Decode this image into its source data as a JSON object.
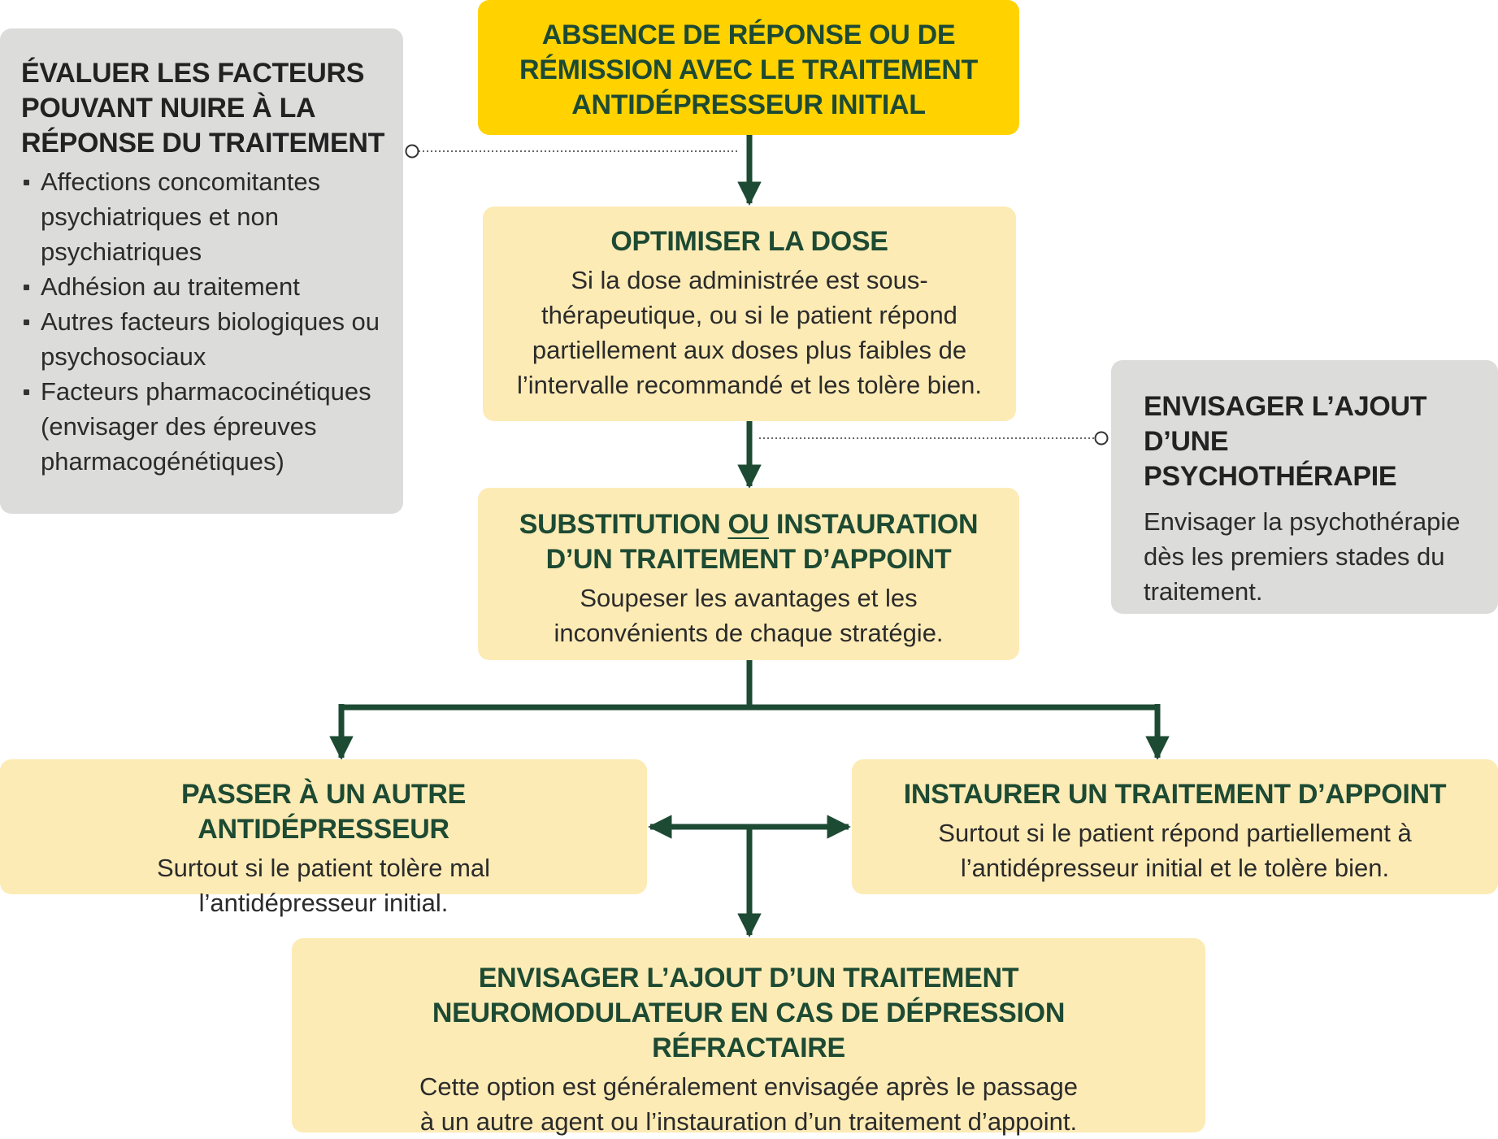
{
  "colors": {
    "accent_yellow": "#ffd200",
    "step_cream": "#fdebb5",
    "side_grey": "#dcdddb",
    "arrow_green": "#1d4a33"
  },
  "start": {
    "title": "ABSENCE DE RÉPONSE OU DE RÉMISSION AVEC LE TRAITEMENT ANTIDÉPRESSEUR INITIAL"
  },
  "factors": {
    "title": "ÉVALUER LES FACTEURS POUVANT NUIRE À LA RÉPONSE DU TRAITEMENT",
    "items": [
      "Affections concomitantes psychiatriques et non psychiatriques",
      "Adhésion au traitement",
      "Autres facteurs biologiques ou psychosociaux",
      "Facteurs pharmacocinétiques (envisager des épreuves pharmacogénétiques)"
    ]
  },
  "dose": {
    "title": "OPTIMISER LA DOSE",
    "body": "Si la dose administrée est sous-thérapeutique, ou si le patient répond partiellement aux doses plus faibles de l’intervalle recommandé et les tolère bien."
  },
  "psycho": {
    "title": "ENVISAGER L’AJOUT D’UNE PSYCHOTHÉRAPIE",
    "body": "Envisager la psychothérapie dès les premiers stades du traitement."
  },
  "substitution": {
    "title_part1": "SUBSTITUTION",
    "title_or": "OU",
    "title_part2": "INSTAURATION D’UN TRAITEMENT D’APPOINT",
    "body": "Soupeser les avantages et les inconvénients de chaque stratégie."
  },
  "switch": {
    "title": "PASSER À UN AUTRE ANTIDÉPRESSEUR",
    "body": "Surtout si le patient tolère mal l’antidépresseur initial."
  },
  "adjunct": {
    "title": "INSTAURER UN TRAITEMENT D’APPOINT",
    "body": "Surtout si le patient répond partiellement à l’antidépresseur initial et le tolère bien."
  },
  "neuromod": {
    "title": "ENVISAGER L’AJOUT D’UN TRAITEMENT NEUROMODULATEUR EN CAS DE DÉPRESSION RÉFRACTAIRE",
    "body": "Cette option est généralement envisagée après le passage à un autre agent ou l’instauration d’un traitement d’appoint."
  }
}
